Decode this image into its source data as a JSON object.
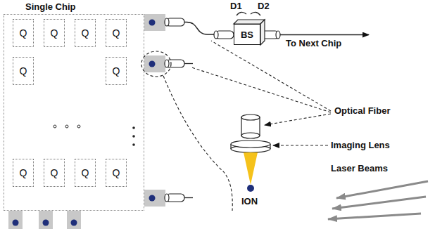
{
  "diagram": {
    "nodes": [
      {
        "text": [
          "Single Chip"
        ]
      },
      {
        "text": [
          "Q"
        ],
        "in": 0
      },
      {
        "text": [
          "Q"
        ],
        "in": 0
      },
      {
        "text": [
          "Q"
        ],
        "in": 0
      },
      {
        "text": [
          "Q"
        ],
        "in": 0
      },
      {
        "text": [
          "Q"
        ],
        "in": 0
      },
      {
        "text": [
          "Q"
        ],
        "in": 0
      },
      {
        "text": [
          "Q"
        ],
        "in": 0
      },
      {
        "text": [
          "Q"
        ],
        "in": 0
      },
      {
        "text": [
          "Q"
        ],
        "in": 0
      },
      {
        "text": [
          "Q"
        ],
        "in": 0
      },
      {
        "text": [
          "BS"
        ]
      }
    ],
    "edges": [
      {
        "from": 0,
        "to": 11,
        "arrow": "none"
      }
    ],
    "labels": [
      "D1",
      "D2",
      "To Next Chip",
      "Optical Fiber",
      "Imaging Lens",
      "Laser Beams",
      "ION"
    ]
  }
}
